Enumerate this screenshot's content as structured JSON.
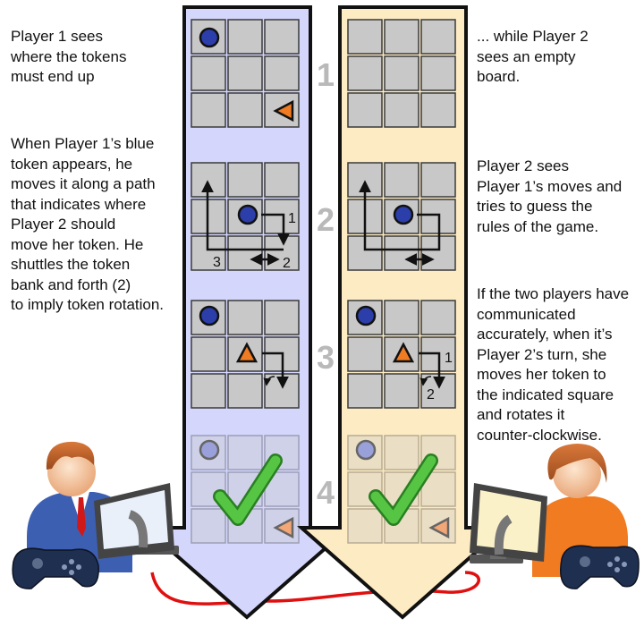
{
  "captions": {
    "p1_step1": "Player 1 sees\nwhere the tokens\nmust end up",
    "p1_step2": "When Player 1’s blue\ntoken appears, he\nmoves it along a path\nthat indicates where\nPlayer 2 should\nmove her token. He\nshuttles the token\nbank and forth (2)\nto imply token rotation.",
    "p2_step1": "... while Player 2\nsees an empty\nboard.",
    "p2_step2": "Player 2 sees\nPlayer 1’s moves and\ntries to guess the\nrules of the game.",
    "p2_step3": "If the two players have\ncommunicated\naccurately, when it’s\nPlayer 2’s turn, she\nmoves her token to\nthe indicated square\nand rotates it\ncounter-clockwise."
  },
  "steps": [
    "1",
    "2",
    "3",
    "4"
  ],
  "move_labels": {
    "p1_step2": [
      "1",
      "2",
      "3"
    ],
    "p2_step3": [
      "1",
      "2"
    ]
  },
  "colors": {
    "p1_column": "#d4d6fb",
    "p2_column": "#fdebc4",
    "cell": "#c8c8c8",
    "cell_border": "#3a3a3a",
    "blue_token": "#2b3eaa",
    "orange_token": "#ef7b23",
    "check": "#49b83a",
    "cable": "#e01010",
    "step_number": "#b9b9b9"
  },
  "icons": [
    "blue-circle-token",
    "orange-triangle-token",
    "green-checkmark-icon",
    "player-avatar",
    "computer-monitor",
    "gamepad"
  ]
}
